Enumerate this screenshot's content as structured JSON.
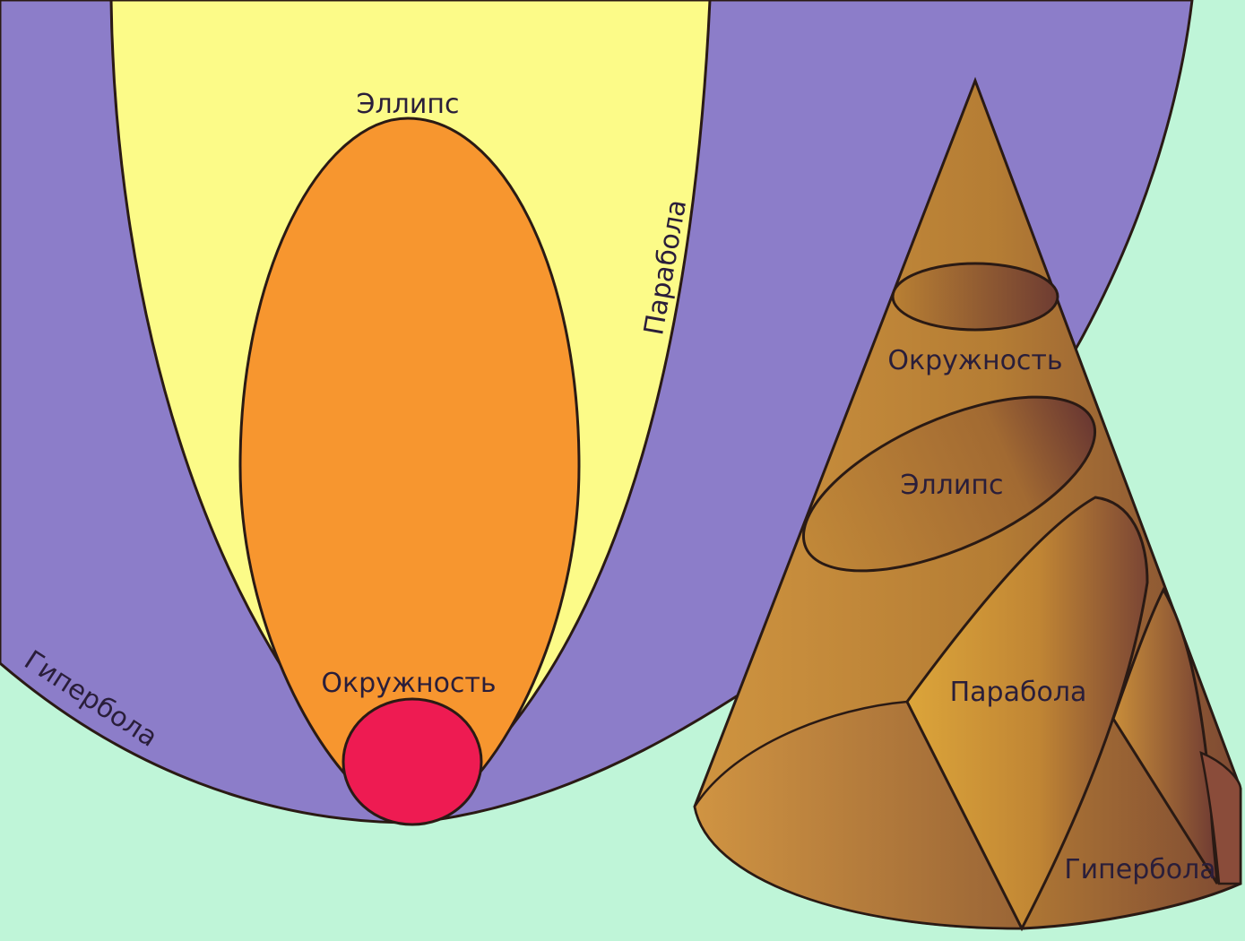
{
  "left_diagram": {
    "ellipse_label": "Эллипс",
    "parabola_label": "Парабола",
    "hyperbola_label": "Гипербола",
    "circle_label": "Окружность"
  },
  "cone": {
    "circle_label": "Окружность",
    "ellipse_label": "Эллипс",
    "parabola_label": "Парабола",
    "hyperbola_label": "Гипербола"
  },
  "colors": {
    "background": "#bff5d8",
    "hyperbola_region": "#8c7dc9",
    "parabola_region": "#fcfb88",
    "ellipse_region": "#f7962f",
    "circle_region": "#ee1b52",
    "cone_body": "#bf8636",
    "outline": "#2a1a14"
  }
}
